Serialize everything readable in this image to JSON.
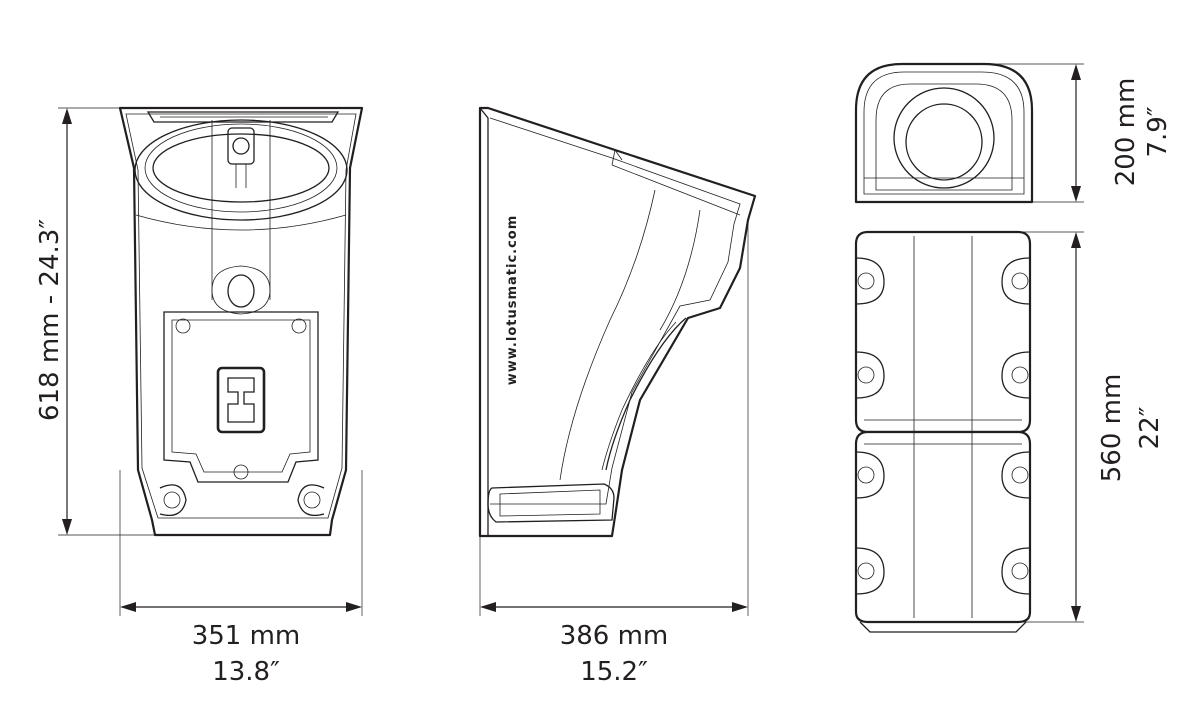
{
  "dimensions": {
    "front_height": "618 mm - 24.3″",
    "front_width_mm": "351 mm",
    "front_width_in": "13.8″",
    "side_depth_mm": "386 mm",
    "side_depth_in": "15.2″",
    "top_depth_mm": "200 mm",
    "top_depth_in": "7.9″",
    "back_height_mm": "560 mm",
    "back_height_in": "22″"
  },
  "side_view_text": "www.lotusmatic.com",
  "colors": {
    "line": "#231f20",
    "background": "#ffffff"
  }
}
